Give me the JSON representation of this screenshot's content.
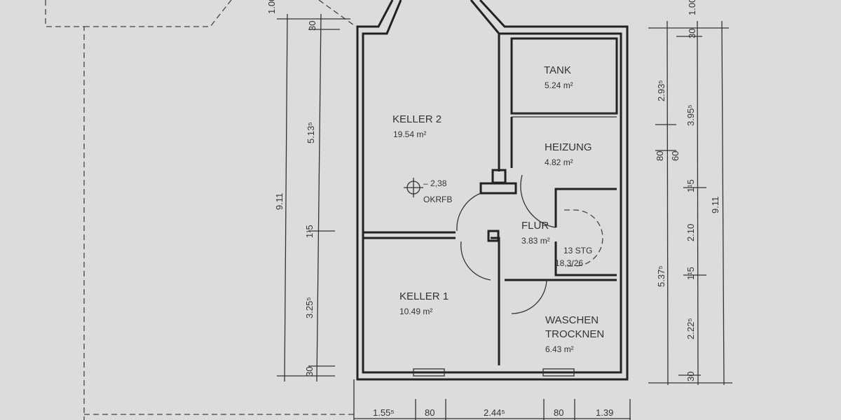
{
  "rooms": {
    "keller2": {
      "name": "KELLER 2",
      "area": "19.54 m²"
    },
    "tank": {
      "name": "TANK",
      "area": "5.24 m²"
    },
    "heizung": {
      "name": "HEIZUNG",
      "area": "4.82 m²"
    },
    "flur": {
      "name": "FLUR",
      "area": "3.83 m²"
    },
    "keller1": {
      "name": "KELLER 1",
      "area": "10.49 m²"
    },
    "waschen": {
      "name": "WASCHEN",
      "name2": "TROCKNEN",
      "area": "6.43 m²"
    }
  },
  "level_mark": {
    "value": "– 2,38",
    "label": "OKRFB"
  },
  "stairs": {
    "count": "13 STG",
    "ratio": "18,3/26"
  },
  "dimensions": {
    "left": {
      "total": "9.11",
      "top": "1.00",
      "d1": "30",
      "d2": "5.13⁵",
      "d3": "1¹5",
      "d4": "3.25⁵",
      "d5": "30"
    },
    "right_outer": {
      "d1": "2.93⁵",
      "d2": "80",
      "d3": "5.37⁵"
    },
    "right_inner": {
      "top": "1.00",
      "d1": "30",
      "d2": "3.95⁵",
      "d3": "60",
      "d4": "1¹5",
      "d5": "2.10",
      "d6": "1¹5",
      "d7": "2.22⁵",
      "d8": "30"
    },
    "right_total": "9.11",
    "bottom": [
      "1.55⁵",
      "80",
      "2.44⁵",
      "80",
      "1.39"
    ]
  }
}
